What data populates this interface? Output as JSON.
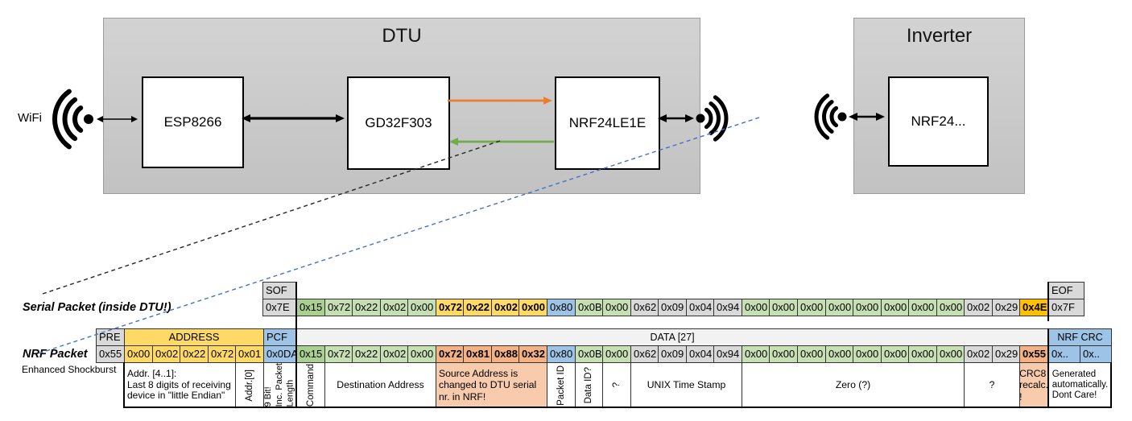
{
  "colors": {
    "gray_cell": "#d9d9d9",
    "yellow": "#ffd966",
    "green_light": "#c6e0b4",
    "green_dark": "#a9d08e",
    "blue_cell": "#9dc3e6",
    "salmon": "#f4b183",
    "salmon_light": "#f8cbad",
    "gold": "#ffc000",
    "data_header_bg": "#f2f2f2",
    "white": "#ffffff",
    "arrow_orange": "#ed7d31",
    "arrow_green": "#70ad47",
    "dash_blue": "#4472c4",
    "dash_black": "#262626"
  },
  "diagram": {
    "wifi_label": "WiFi",
    "dtu": {
      "title": "DTU",
      "chips": [
        "ESP8266",
        "GD32F303",
        "NRF24LE1E"
      ]
    },
    "inverter": {
      "title": "Inverter",
      "chip": "NRF24..."
    }
  },
  "serial_packet": {
    "label": "Serial Packet (inside DTU!)",
    "sof_header": "SOF",
    "sof_value": "0x7E",
    "eof_header": "EOF",
    "eof_value": "0x7F",
    "bytes": [
      {
        "v": "0x15",
        "c": "green_dark"
      },
      {
        "v": "0x72",
        "c": "green_light"
      },
      {
        "v": "0x22",
        "c": "green_light"
      },
      {
        "v": "0x02",
        "c": "green_light"
      },
      {
        "v": "0x00",
        "c": "green_light"
      },
      {
        "v": "0x72",
        "c": "yellow",
        "b": true
      },
      {
        "v": "0x22",
        "c": "yellow",
        "b": true
      },
      {
        "v": "0x02",
        "c": "yellow",
        "b": true
      },
      {
        "v": "0x00",
        "c": "yellow",
        "b": true
      },
      {
        "v": "0x80",
        "c": "blue_cell"
      },
      {
        "v": "0x0B",
        "c": "green_light"
      },
      {
        "v": "0x00",
        "c": "green_light"
      },
      {
        "v": "0x62",
        "c": "gray_cell"
      },
      {
        "v": "0x09",
        "c": "gray_cell"
      },
      {
        "v": "0x04",
        "c": "gray_cell"
      },
      {
        "v": "0x94",
        "c": "gray_cell"
      },
      {
        "v": "0x00",
        "c": "green_light"
      },
      {
        "v": "0x00",
        "c": "green_light"
      },
      {
        "v": "0x00",
        "c": "green_light"
      },
      {
        "v": "0x00",
        "c": "green_light"
      },
      {
        "v": "0x00",
        "c": "green_light"
      },
      {
        "v": "0x00",
        "c": "green_light"
      },
      {
        "v": "0x00",
        "c": "green_light"
      },
      {
        "v": "0x00",
        "c": "green_light"
      },
      {
        "v": "0x02",
        "c": "gray_cell"
      },
      {
        "v": "0x29",
        "c": "gray_cell"
      },
      {
        "v": "0x4E",
        "c": "gold",
        "b": true
      }
    ]
  },
  "nrf_packet": {
    "label": "NRF Packet",
    "sublabel": "Enhanced Shockburst",
    "pre_header": "PRE",
    "pre_value": "0x55",
    "address_header": "ADDRESS",
    "address_values": [
      "0x00",
      "0x02",
      "0x22",
      "0x72",
      "0x01"
    ],
    "pcf_header": "PCF",
    "pcf_value": "0x0DA",
    "data_header": "DATA [27]",
    "crc_header": "NRF CRC",
    "crc_values": [
      "0x..",
      "0x.."
    ],
    "bytes": [
      {
        "v": "0x15",
        "c": "green_dark"
      },
      {
        "v": "0x72",
        "c": "green_light"
      },
      {
        "v": "0x22",
        "c": "green_light"
      },
      {
        "v": "0x02",
        "c": "green_light"
      },
      {
        "v": "0x00",
        "c": "green_light"
      },
      {
        "v": "0x72",
        "c": "salmon",
        "b": true
      },
      {
        "v": "0x81",
        "c": "salmon",
        "b": true
      },
      {
        "v": "0x88",
        "c": "salmon",
        "b": true
      },
      {
        "v": "0x32",
        "c": "salmon",
        "b": true
      },
      {
        "v": "0x80",
        "c": "blue_cell"
      },
      {
        "v": "0x0B",
        "c": "green_light"
      },
      {
        "v": "0x00",
        "c": "green_light"
      },
      {
        "v": "0x62",
        "c": "gray_cell"
      },
      {
        "v": "0x09",
        "c": "gray_cell"
      },
      {
        "v": "0x04",
        "c": "gray_cell"
      },
      {
        "v": "0x94",
        "c": "gray_cell"
      },
      {
        "v": "0x00",
        "c": "green_light"
      },
      {
        "v": "0x00",
        "c": "green_light"
      },
      {
        "v": "0x00",
        "c": "green_light"
      },
      {
        "v": "0x00",
        "c": "green_light"
      },
      {
        "v": "0x00",
        "c": "green_light"
      },
      {
        "v": "0x00",
        "c": "green_light"
      },
      {
        "v": "0x00",
        "c": "green_light"
      },
      {
        "v": "0x00",
        "c": "green_light"
      },
      {
        "v": "0x02",
        "c": "gray_cell"
      },
      {
        "v": "0x29",
        "c": "gray_cell"
      },
      {
        "v": "0x55",
        "c": "salmon",
        "b": true
      }
    ],
    "annotations_left": [
      {
        "text": "Addr. [4..1]:\nLast 8 digits of receiving\ndevice in \"little Endian\"",
        "region": "addr_1_4",
        "align": "left"
      },
      {
        "text": "Addr.[0]",
        "region": "addr_0",
        "vertical": true
      },
      {
        "text": "9 Bit!\nInc. Packet\nLength",
        "region": "pcf",
        "vertical": true
      }
    ],
    "annotations_data": [
      {
        "text": "Command",
        "span": 1,
        "vertical": true
      },
      {
        "text": "Destination Address",
        "span": 4
      },
      {
        "text": "Source Address is\nchanged to DTU serial\nnr. in NRF!",
        "span": 4,
        "bg": "salmon_light",
        "align": "left"
      },
      {
        "text": "Packet ID",
        "span": 1,
        "vertical": true
      },
      {
        "text": "Data ID?",
        "span": 1,
        "vertical": true
      },
      {
        "text": "?",
        "span": 1,
        "vertical": true
      },
      {
        "text": "UNIX Time Stamp",
        "span": 4
      },
      {
        "text": "Zero (?)",
        "span": 8
      },
      {
        "text": "?",
        "span": 2
      },
      {
        "text": "CRC8 recalc.\n!",
        "span": 1,
        "bg": "salmon_light"
      }
    ],
    "annotation_crc": {
      "text": "Generated\nautomatically.\nDont Care!"
    }
  }
}
